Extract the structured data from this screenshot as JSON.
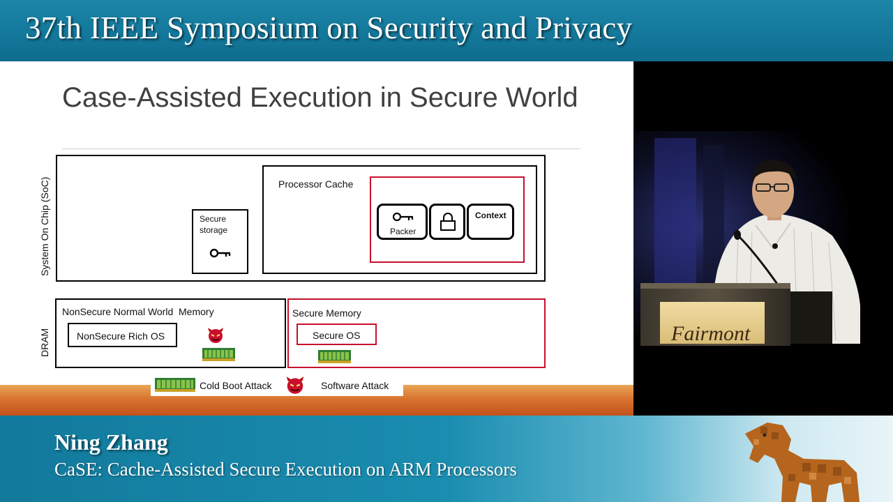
{
  "header": {
    "title": "37th IEEE Symposium on Security and Privacy"
  },
  "slide": {
    "title": "Case-Assisted Execution in Secure World",
    "soc": {
      "side_label": "System On Chip (SoC)",
      "secure_storage_label": "Secure storage",
      "processor_cache_label": "Processor Cache",
      "chips": {
        "packer_label": "Packer",
        "context_label": "Context"
      }
    },
    "dram": {
      "side_label": "DRAM",
      "nonsecure_memory_label": "NonSecure Normal World  Memory",
      "nonsecure_os_label": "NonSecure Rich OS",
      "secure_memory_label": "Secure Memory",
      "secure_os_label": "Secure OS"
    },
    "legend": {
      "cold_boot_label": "Cold Boot Attack",
      "software_label": "Software Attack"
    }
  },
  "lower_third": {
    "speaker_name": "Ning Zhang",
    "talk_title": "CaSE: Cache-Assisted Secure Execution on ARM Processors"
  },
  "video": {
    "podium_text": "Fairmont"
  },
  "colors": {
    "accent_blue": "#13779a",
    "secure_red": "#c8102e",
    "bar_orange": "#d87430"
  },
  "icons": [
    "key-icon",
    "lock-icon",
    "devil-icon",
    "memory-module-icon",
    "trojan-horse-icon"
  ]
}
